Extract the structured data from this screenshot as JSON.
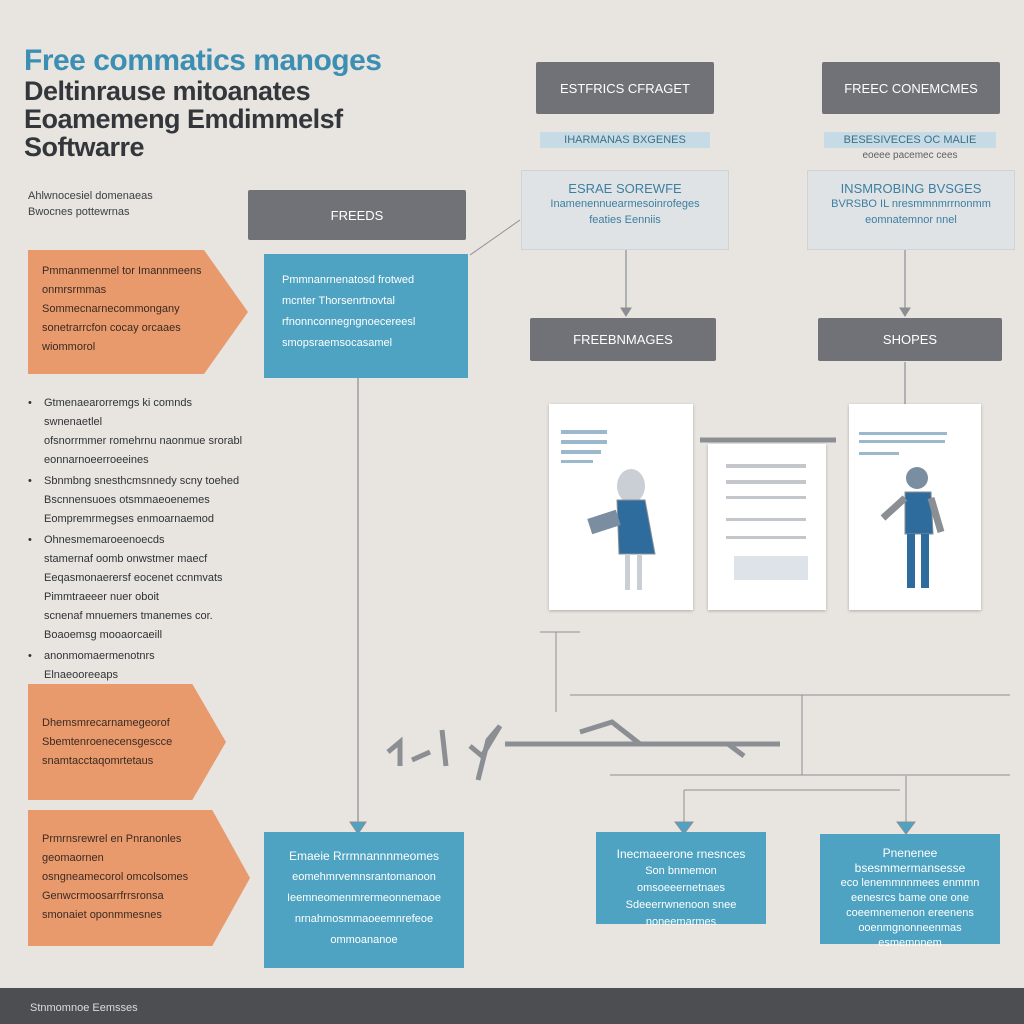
{
  "title": {
    "line1": "Free commatics manoges",
    "line2": "Deltinrause mitoanates",
    "line3": "Eoamemeng Emdimmelsf",
    "line4": "Softwarre"
  },
  "intro": [
    "Ahlwnocesiel domenaeas",
    "Bwocnes pottewrnas"
  ],
  "orange_boxes": [
    [
      "Pmmanmenmel tor Imannmeens",
      "onmrsrmmas",
      "Sommecnarnecommongany",
      "sonetrarrcfon cocay orcaaes",
      "wiommorol"
    ],
    [
      "Dhemsmrecarnamegeorof",
      "Sbemtenroenecensgescce",
      "snamtacctaqomrtetaus"
    ],
    [
      "Prmrnsrewrel en Pnranonles",
      "geomaornen",
      "osngneamecorol omcolsomes",
      "Genwcrmoosarrfrrsronsa",
      "smonaiet oponmmesnes"
    ]
  ],
  "bullets": [
    [
      "Gtmenaearorremgs ki comnds swnenaetlel",
      "ofsnorrmmer romehrnu naonmue srorabl",
      "eonnarnoeerroeeines"
    ],
    [
      "Sbnmbng snesthcmsnnedy scny toehed",
      "Bscnnensuoes otsmmaeoenemes",
      "Eompremrmegses enmoarnaemod"
    ],
    [
      "Ohnesmemaroeenoecds",
      "stamernaf oomb onwstmer maecf",
      "Eeqasmonaerersf eocenet ccnmvats",
      "Pimmtraeeer nuer oboit",
      "scnenaf mnuemers tmanemes cor.",
      "Boaoemsg mooaorcaeill"
    ],
    [
      "anonmomaermenotnrs",
      "Elnaeooreeaps"
    ]
  ],
  "freeds_label": "FREEDS",
  "teal_main": [
    "Pmmnanrnenatosd frotwed",
    "mcnter Thorsenrtnovtal",
    "rfnonnconnegngnoecereesl",
    "smopsraemsocasamel"
  ],
  "col1": {
    "header": "ESTFRICS CFRAGET",
    "caption": "IHARMANAS BXGENES",
    "box_title": "ESRAE SOREWFE",
    "box_lines": [
      "Inamenennuearmesoinrofeges",
      "featies Eenniis"
    ],
    "gray2": "FREEBNMAGES"
  },
  "col2": {
    "header": "FREEC CONEMCMES",
    "caption": "BESESIVECES OC MALIE",
    "subcaption": "eoeee pacemec cees",
    "box_title": "INSMROBING BVSGES",
    "box_lines": [
      "BVRSBO IL nresmmnmrrnonmm",
      "eomnatemnor nnel"
    ],
    "gray2": "SHOPES"
  },
  "bottom_teal": {
    "center": [
      "Emaeie Rrrmnannnmeomes",
      "eomehmrvemnsrantomanoon",
      "Ieemneomenmrermeonnemaoe",
      "nrnahmosmmaoeemnrefeoe",
      "ommoananoe"
    ],
    "right1": [
      "Inecmaeerone rnesnces",
      "Son bnmemon omsoeeernetnaes",
      "Sdeeerrwnenoon snee",
      "noneemarmes"
    ],
    "right2": [
      "Pnenenee bsesmmermansesse",
      "eco lenemmnnmees enmmn",
      "eenesrcs bame one one",
      "coeemnemenon ereenens",
      "ooenmgnonneenmas",
      "esmemnnem"
    ]
  },
  "footer": "Stnmomnoe Eemsses",
  "colors": {
    "background": "#e8e5e0",
    "teal": "#4da3c1",
    "orange": "#e99a6d",
    "gray": "#707277",
    "title_blue": "#3c8fb3"
  }
}
